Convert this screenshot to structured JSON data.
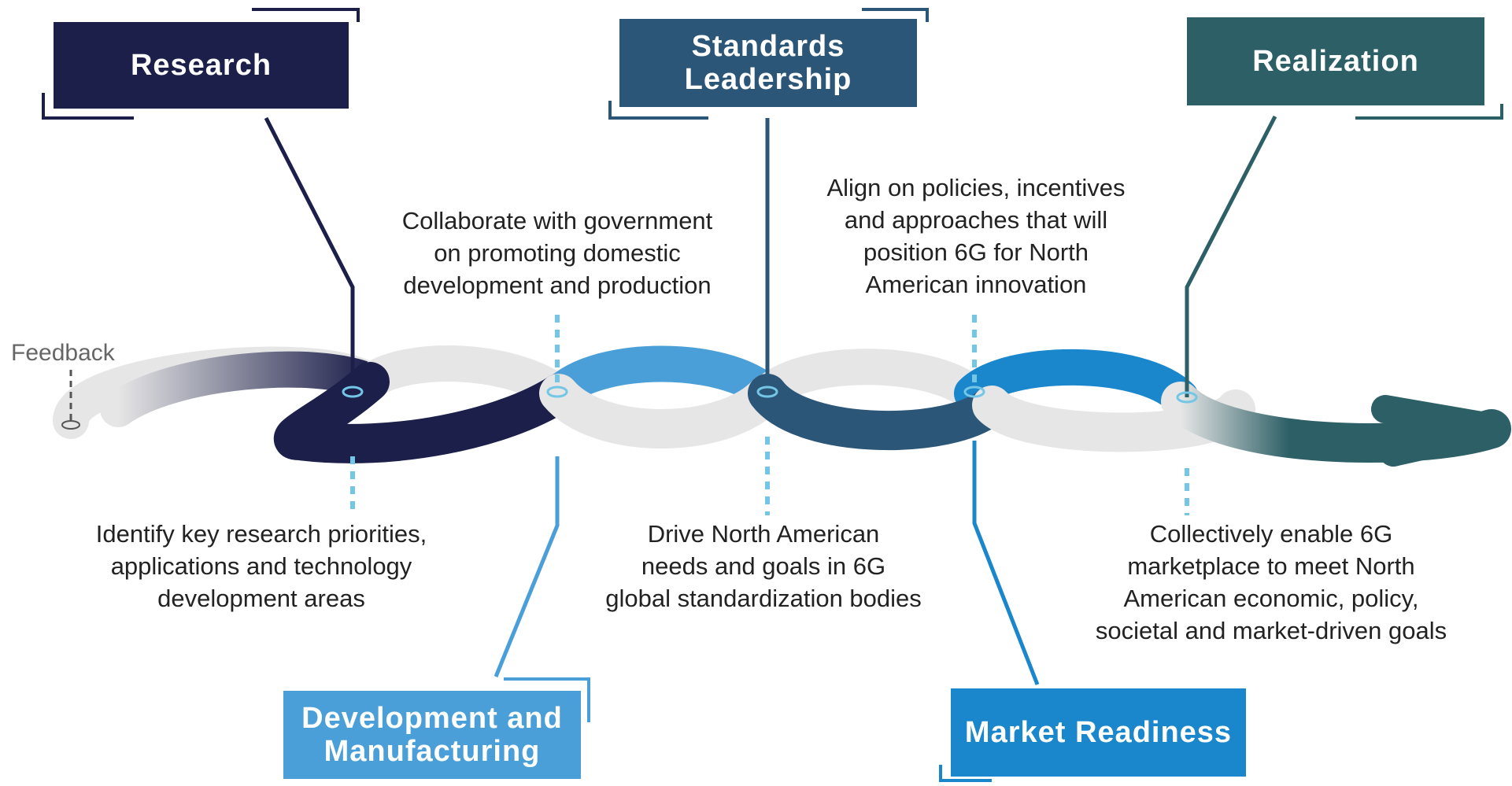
{
  "feedback_label": "Feedback",
  "colors": {
    "research": "#1c1f4a",
    "development": "#4a9fd8",
    "standards": "#2c5678",
    "market": "#1a87cc",
    "realization": "#2c5f66",
    "ribbon_light": "#e6e6e6",
    "dashed": "#74c6e6"
  },
  "stages": [
    {
      "title": "Research",
      "description": [
        "Identify key research priorities,",
        "applications and technology",
        "development areas"
      ]
    },
    {
      "title": "Development and Manufacturing",
      "title_lines": [
        "Development and",
        "Manufacturing"
      ],
      "description": [
        "Collaborate with government",
        "on promoting domestic",
        "development and production"
      ]
    },
    {
      "title": "Standards Leadership",
      "title_lines": [
        "Standards",
        "Leadership"
      ],
      "description": [
        "Drive North American",
        "needs and goals in 6G",
        "global standardization bodies"
      ]
    },
    {
      "title": "Market Readiness",
      "description": [
        "Align on policies, incentives",
        "and approaches that will",
        "position 6G for North",
        "American innovation"
      ]
    },
    {
      "title": "Realization",
      "description": [
        "Collectively enable 6G",
        "marketplace to meet North",
        "American economic, policy,",
        "societal and market-driven goals"
      ]
    }
  ]
}
